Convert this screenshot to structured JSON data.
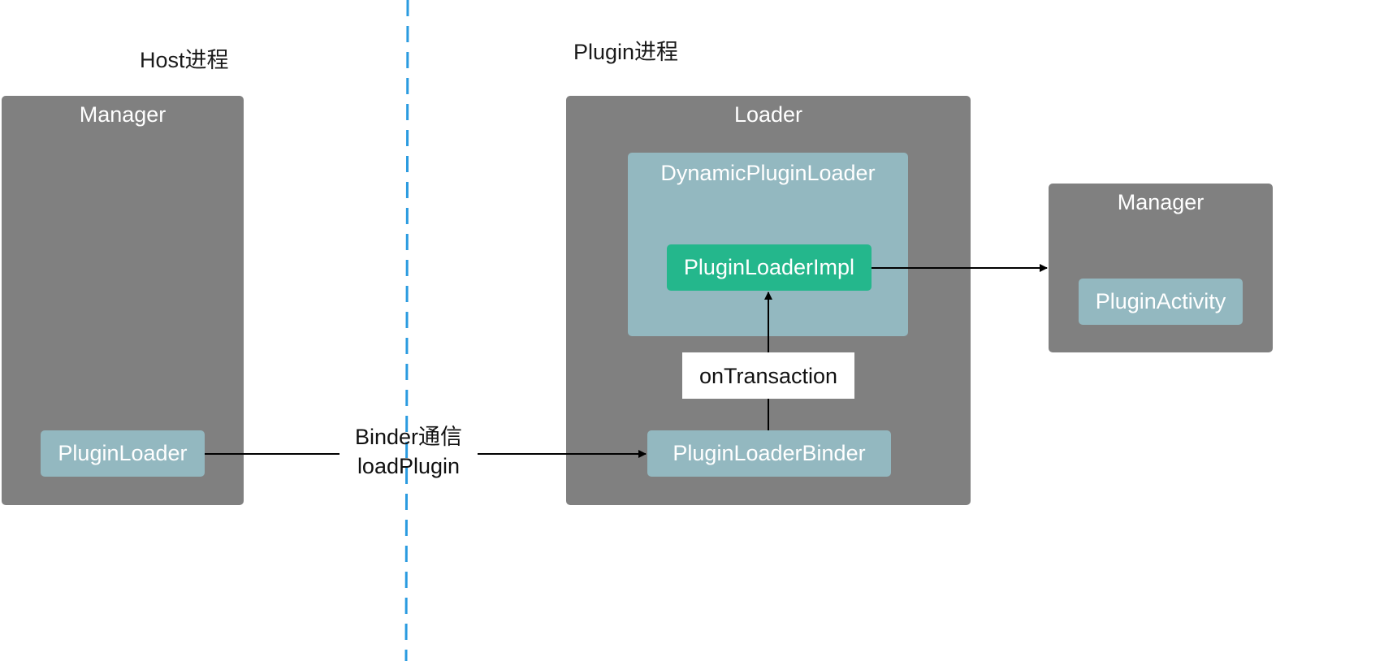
{
  "diagram": {
    "type": "architecture",
    "colors": {
      "container": "#808080",
      "node": "#93b8c0",
      "highlight_node": "#24b78c",
      "divider": "#2a9be0",
      "edge": "#000000"
    },
    "processes": [
      {
        "id": "host",
        "title": "Host进程"
      },
      {
        "id": "plugin",
        "title": "Plugin进程"
      }
    ],
    "containers": {
      "host_manager": {
        "title": "Manager"
      },
      "loader": {
        "title": "Loader"
      },
      "plugin_manager": {
        "title": "Manager"
      }
    },
    "groups": {
      "dynamic_plugin_loader": {
        "title": "DynamicPluginLoader"
      }
    },
    "nodes": {
      "plugin_loader": {
        "label": "PluginLoader"
      },
      "plugin_loader_impl": {
        "label": "PluginLoaderImpl"
      },
      "plugin_loader_binder": {
        "label": "PluginLoaderBinder"
      },
      "plugin_activity": {
        "label": "PluginActivity"
      }
    },
    "edges": [
      {
        "from": "plugin_loader",
        "to": "plugin_loader_binder",
        "label_lines": [
          "Binder通信",
          "loadPlugin"
        ]
      },
      {
        "from": "plugin_loader_binder",
        "to": "plugin_loader_impl",
        "label": "onTransaction"
      },
      {
        "from": "plugin_loader_impl",
        "to": "plugin_manager",
        "label": ""
      }
    ]
  }
}
